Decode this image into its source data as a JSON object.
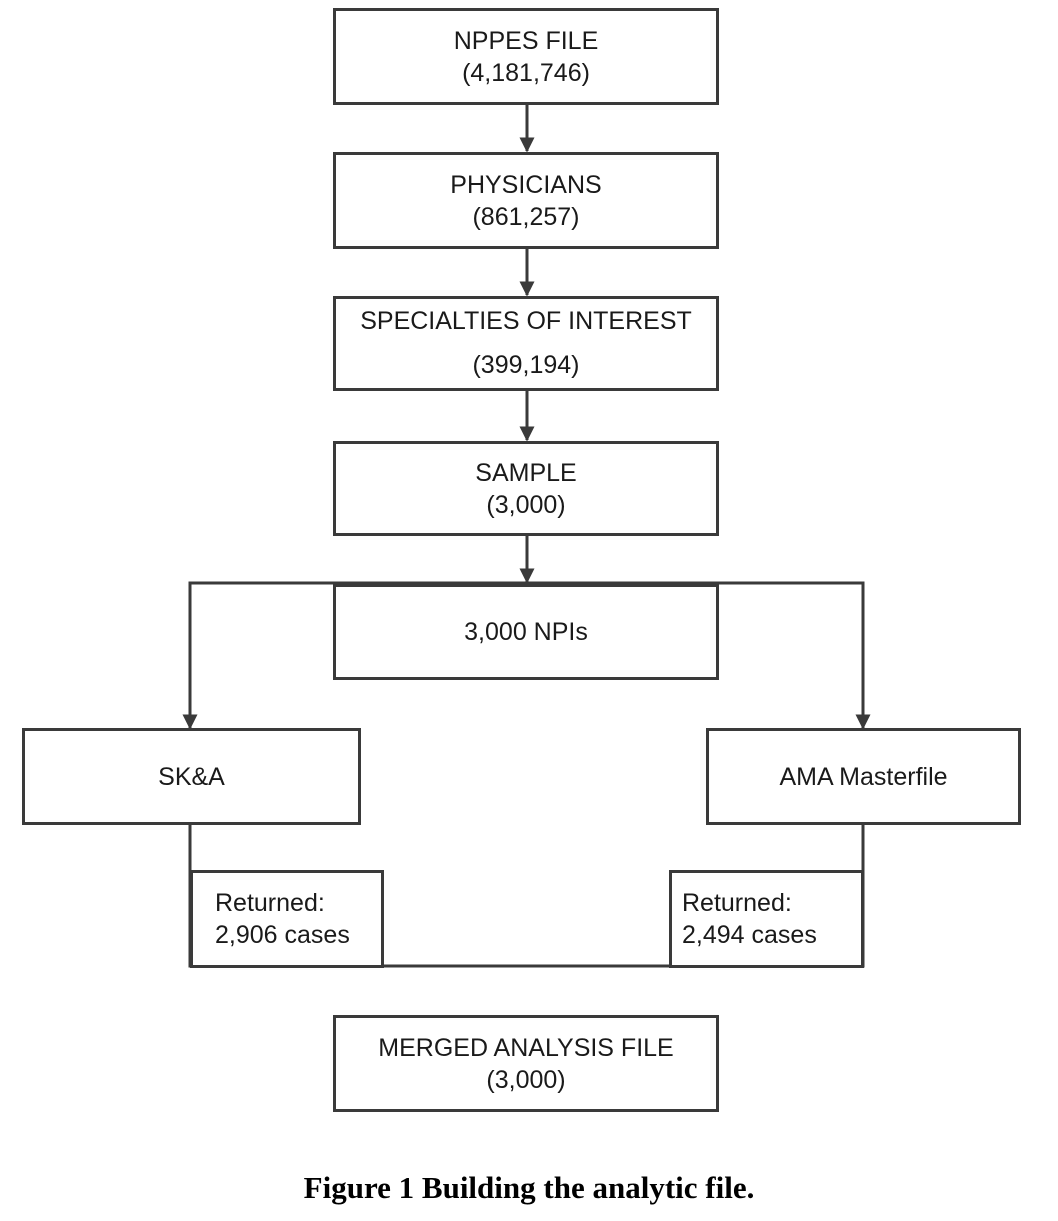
{
  "boxes": {
    "nppes": {
      "title": "NPPES FILE",
      "count": "(4,181,746)"
    },
    "physicians": {
      "title": "PHYSICIANS",
      "count": "(861,257)"
    },
    "specialties": {
      "title": "SPECIALTIES OF INTEREST",
      "count": "(399,194)"
    },
    "sample": {
      "title": "SAMPLE",
      "count": "(3,000)"
    },
    "npis": {
      "title": "3,000 NPIs"
    },
    "ska": {
      "title": "SK&A"
    },
    "ama": {
      "title": "AMA Masterfile"
    },
    "ska_returned": {
      "label": "Returned:",
      "value": "2,906 cases"
    },
    "ama_returned": {
      "label": "Returned:",
      "value": "2,494 cases"
    },
    "merged": {
      "title": "MERGED ANALYSIS FILE",
      "count": "(3,000)"
    }
  },
  "caption": "Figure 1 Building the analytic file.",
  "colors": {
    "stroke": "#3a3a3a",
    "text": "#1a1a1a"
  }
}
